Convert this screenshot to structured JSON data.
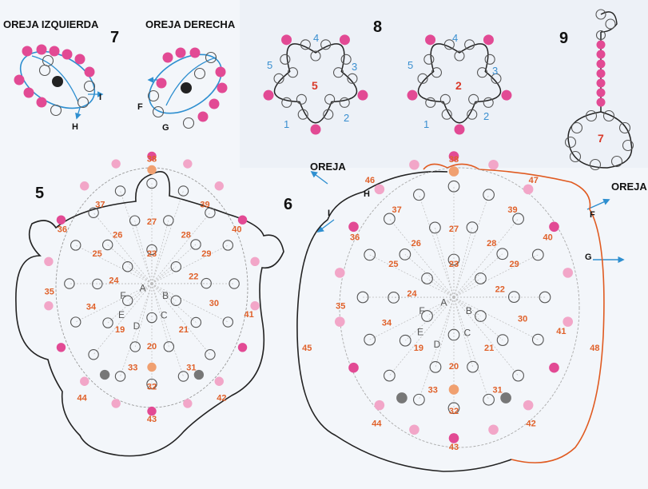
{
  "colors": {
    "bead_pink": "#e24a94",
    "bead_light_pink": "#f2a6c8",
    "bead_gray": "#777777",
    "bead_orange": "#f0a070",
    "bead_yellow": "#f2d24a",
    "thread_black": "#222222",
    "thread_blue": "#2e8fd0",
    "thread_orange": "#e05a20",
    "number_orange": "#e0612a",
    "number_blue": "#3a8fd0",
    "number_red": "#d93a2a"
  },
  "step7": {
    "step": "7",
    "left_caption": "OREJA IZQUIERDA",
    "right_caption": "OREJA DERECHA",
    "left_letters": [
      "I",
      "H"
    ],
    "right_letters": [
      "F",
      "G"
    ]
  },
  "step8": {
    "step": "8",
    "left": {
      "center": "5",
      "petals": [
        "1",
        "2",
        "3",
        "4",
        "5"
      ]
    },
    "right": {
      "center": "2",
      "petals": [
        "1",
        "2",
        "3",
        "4",
        "5"
      ]
    }
  },
  "step9": {
    "step": "9",
    "center": "7"
  },
  "step5": {
    "step": "5",
    "orange_numbers": [
      "38",
      "37",
      "39",
      "36",
      "40",
      "35",
      "41",
      "44",
      "42",
      "43",
      "27",
      "26",
      "28",
      "25",
      "23",
      "29",
      "24",
      "22",
      "34",
      "30",
      "19",
      "21",
      "20",
      "33",
      "31",
      "32"
    ],
    "letters": [
      "F",
      "A",
      "B",
      "E",
      "C",
      "D"
    ]
  },
  "step6": {
    "step": "6",
    "oreja_left": "OREJA",
    "oreja_right": "OREJA",
    "orange_numbers": [
      "38",
      "46",
      "47",
      "37",
      "39",
      "36",
      "40",
      "35",
      "41",
      "45",
      "48",
      "44",
      "42",
      "43",
      "27",
      "26",
      "28",
      "25",
      "23",
      "29",
      "24",
      "22",
      "34",
      "30",
      "19",
      "21",
      "20",
      "33",
      "31",
      "32"
    ],
    "letters": [
      "H",
      "I",
      "F",
      "G",
      "F",
      "A",
      "B",
      "E",
      "C",
      "D"
    ]
  }
}
